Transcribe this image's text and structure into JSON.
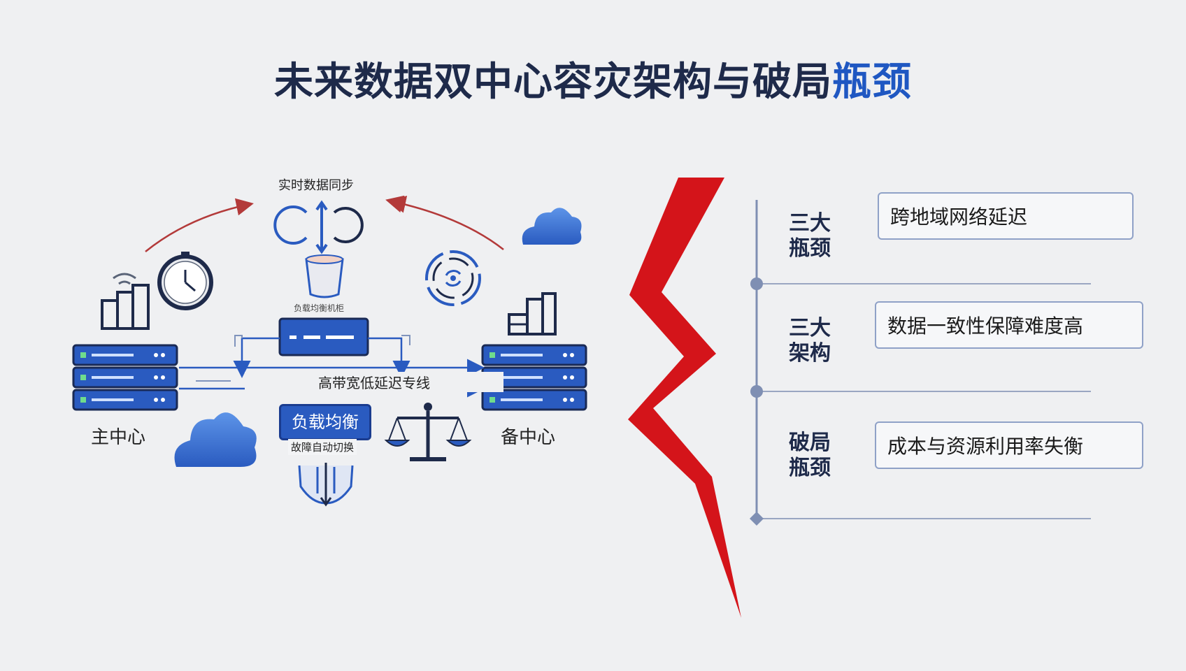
{
  "title": {
    "main": "未来数据双中心容灾架构与破局",
    "highlight": "瓶颈"
  },
  "diagram": {
    "sync_label": "实时数据同步",
    "top_device_label": "负载均衡机柜",
    "link_label": "高带宽低延迟专线",
    "main_center_label": "主中心",
    "backup_center_label": "备中心",
    "load_balance_label": "负载均衡",
    "failover_label": "故障自动切换"
  },
  "bottlenecks": [
    {
      "category_line1": "三大",
      "category_line2": "瓶颈",
      "text": "跨地域网络延迟"
    },
    {
      "category_line1": "三大",
      "category_line2": "架构",
      "text": "数据一致性保障难度高"
    },
    {
      "category_line1": "破局",
      "category_line2": "瓶颈",
      "text": "成本与资源利用率失衡"
    }
  ],
  "colors": {
    "primary_blue": "#2a5bc0",
    "dark_navy": "#1e2a4a",
    "accent_red": "#d4141a",
    "sync_arrow": "#b33a3a",
    "cloud_blue": "#2f6fd3"
  },
  "icons": [
    "sync-icon",
    "clock-icon",
    "wifi-building-icon",
    "cloud-icon",
    "target-refresh-icon",
    "server-rack-icon",
    "scale-icon",
    "download-arrow-icon"
  ]
}
